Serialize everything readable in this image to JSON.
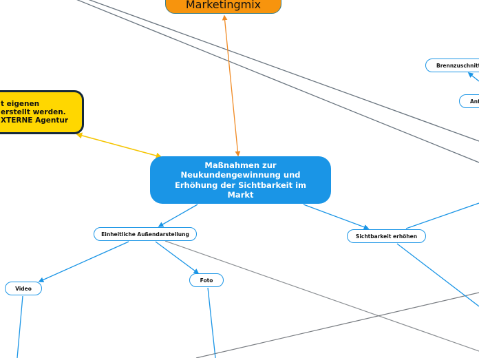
{
  "mindmap": {
    "central": {
      "label": "Maßnahmen zur Neukundengewinnung und Erhöhung der Sichtbarkeit im Markt",
      "color": "#1a95e6"
    },
    "marketingmix": {
      "label": "Marketingmix",
      "color": "#f7940d"
    },
    "note": {
      "lines": [
        "t eigenen",
        "erstellt werden.",
        "XTERNE Agentur"
      ],
      "color": "#ffd700"
    },
    "branches": {
      "aussendarstellung": "Einheitliche Außendarstellung",
      "sichtbarkeit": "Sichtbarkeit erhöhen",
      "video": "Video",
      "foto": "Foto",
      "brennzuschnitte": "Brennzuschnitte",
      "anf": "Anf"
    }
  }
}
